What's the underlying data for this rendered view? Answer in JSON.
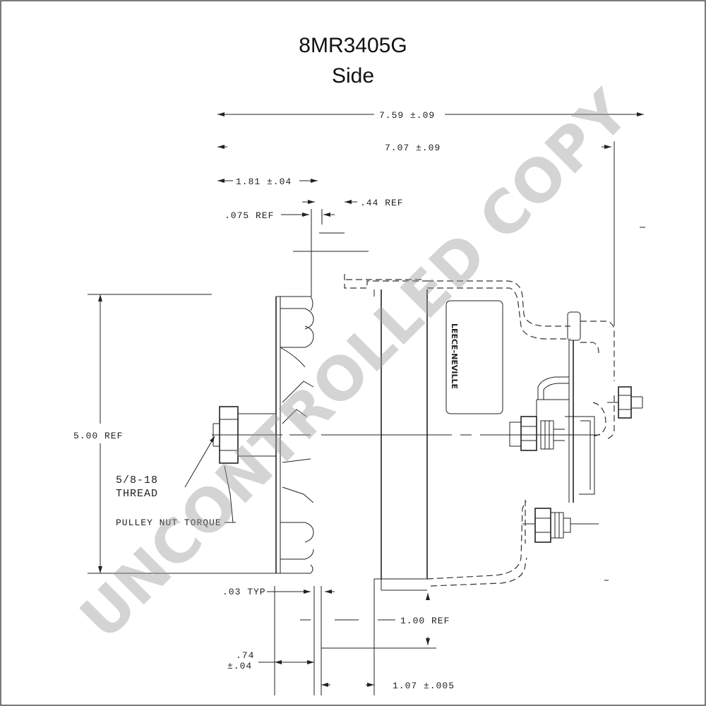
{
  "title": {
    "line1": "8MR3405G",
    "line2": "Side"
  },
  "dimensions": {
    "overall_length": "7.59 ±.09",
    "body_length": "7.07 ±.09",
    "pulley_offset": "1.81 ±.04",
    "pulley_ref": ".44 REF",
    "pulley_gap": ".075 REF",
    "height": "5.00 REF",
    "fin_thickness": ".03 TYP",
    "mount_ref": "1.00 REF",
    "pulley_width_value": ".74",
    "pulley_width_tol": "±.04",
    "mount_offset": "1.07 ±.005"
  },
  "thread": {
    "line1": "5/8-18",
    "line2": "THREAD",
    "note": "PULLEY NUT TORQUE"
  },
  "logo_text": "LEECE-NEVILLE",
  "watermark": "UNCONTROLLED COPY"
}
